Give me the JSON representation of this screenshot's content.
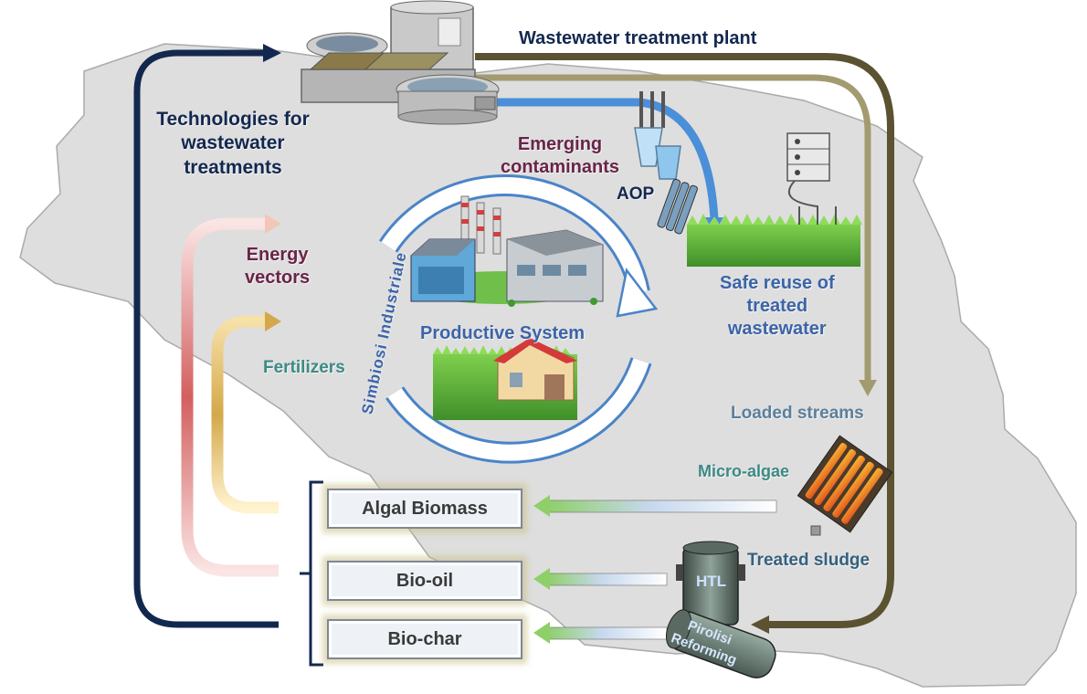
{
  "labels": {
    "wwtp": "Wastewater treatment plant",
    "technologies": [
      "Technologies for",
      "wastewater",
      "treatments"
    ],
    "emerging": [
      "Emerging",
      "contaminants"
    ],
    "aop": "AOP",
    "energy": [
      "Energy",
      "vectors"
    ],
    "fertilizers": "Fertilizers",
    "productive_system": "Productive System",
    "symbiosis": "Simbiosi Industriale",
    "safe_reuse": [
      "Safe reuse of",
      "treated",
      "wastewater"
    ],
    "loaded_streams": "Loaded streams",
    "micro_algae": "Micro-algae",
    "treated_sludge": "Treated sludge",
    "htl": "HTL",
    "pyrolysis": [
      "Pirolisi",
      "Reforming"
    ]
  },
  "products": [
    "Algal Biomass",
    "Bio-oil",
    "Bio-char"
  ],
  "colors": {
    "navy": "#13284f",
    "olive": "#5a5230",
    "water_blue": "#4a8fd8",
    "energy_red": "#d36060",
    "fertilizer_gold": "#d4a84a",
    "region_fill": "#dedede"
  }
}
